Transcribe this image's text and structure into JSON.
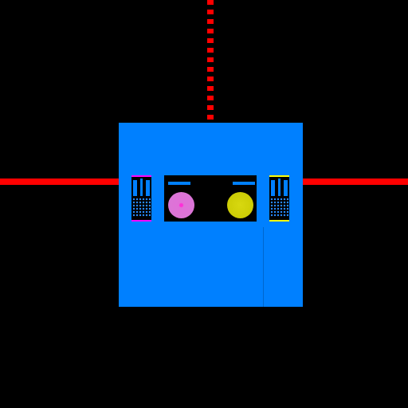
{
  "colors": {
    "background": "#000000",
    "board": "#0080ff",
    "laser": "#ff0000",
    "pod": "#000000",
    "accent_magenta": "#ff00ff",
    "accent_yellow": "#ffff00",
    "orb_pink": "#d978d6",
    "orb_yellow": "#c8c800"
  },
  "scene": {
    "dotted_laser_icon": "vertical-dashed-laser",
    "horizontal_laser_icon": "horizontal-laser",
    "left_pod_accent": "#ff00ff",
    "right_pod_accent": "#ffff00",
    "left_orb_icon": "pink-orb",
    "right_orb_icon": "yellow-orb"
  }
}
